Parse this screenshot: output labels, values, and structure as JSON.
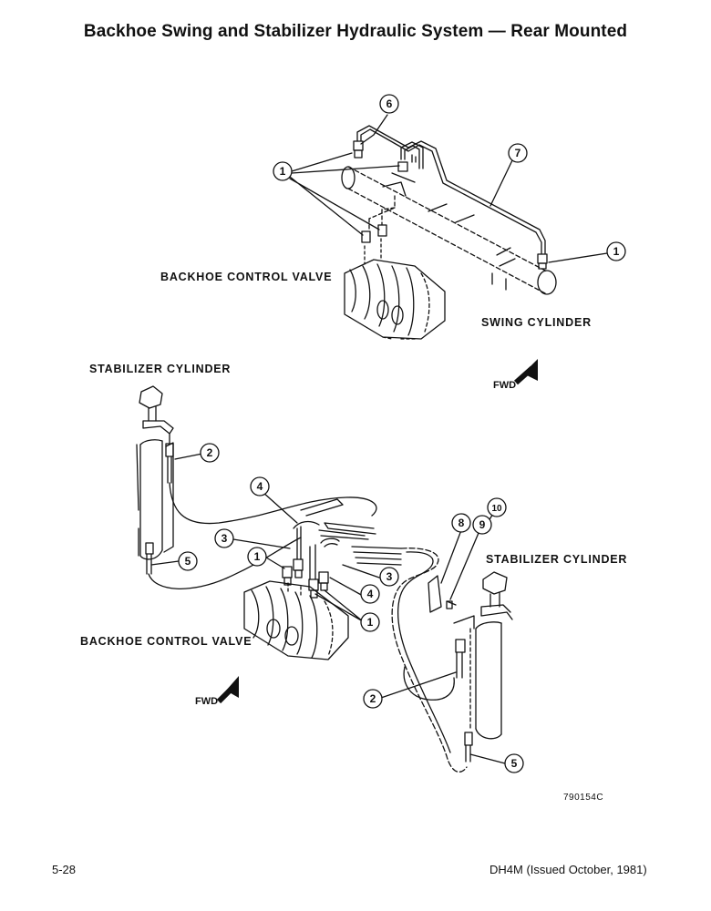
{
  "title": "Backhoe Swing and Stabilizer Hydraulic System — Rear Mounted",
  "labels": {
    "backhoe_control_valve_top": "BACKHOE CONTROL VALVE",
    "swing_cylinder": "SWING CYLINDER",
    "stabilizer_cylinder_left": "STABILIZER CYLINDER",
    "stabilizer_cylinder_right": "STABILIZER CYLINDER",
    "backhoe_control_valve_bottom": "BACKHOE CONTROL VALVE",
    "fwd_top": "FWD",
    "fwd_bottom": "FWD"
  },
  "callouts": [
    "6",
    "1",
    "7",
    "1",
    "2",
    "4",
    "3",
    "1",
    "3",
    "4",
    "1",
    "5",
    "8",
    "9",
    "10",
    "2",
    "5"
  ],
  "figure_code": "790154C",
  "footer": {
    "page_number": "5-28",
    "document": "DH4M (Issued October, 1981)"
  },
  "colors": {
    "ink": "#111111",
    "paper": "#ffffff"
  }
}
